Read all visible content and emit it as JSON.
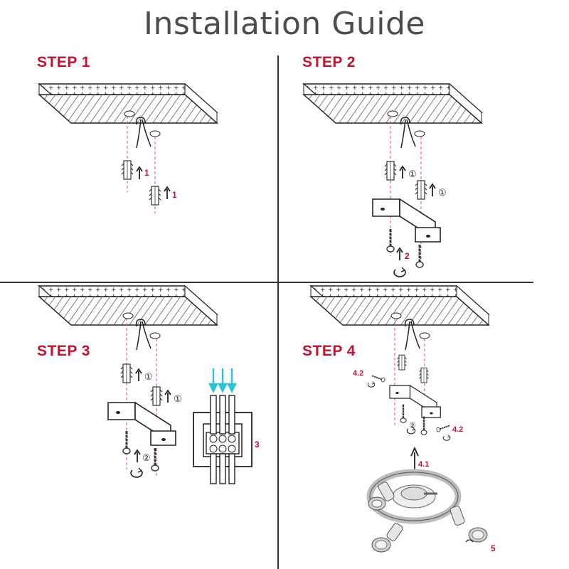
{
  "title": "Installation Guide",
  "steps": [
    {
      "label": "STEP 1",
      "markers": [
        "1",
        "1"
      ]
    },
    {
      "label": "STEP 2",
      "markers": [
        "①",
        "①",
        "2"
      ]
    },
    {
      "label": "STEP 3",
      "markers": [
        "①",
        "①",
        "②",
        "3"
      ]
    },
    {
      "label": "STEP 4",
      "markers": [
        "4.2",
        "4.2",
        "4.1",
        "5",
        "②"
      ]
    }
  ],
  "colors": {
    "title": "#4d4d4d",
    "step_label": "#c8102e",
    "line": "#333333",
    "guide": "#d9534f",
    "arrow_cyan": "#29c4d6"
  }
}
